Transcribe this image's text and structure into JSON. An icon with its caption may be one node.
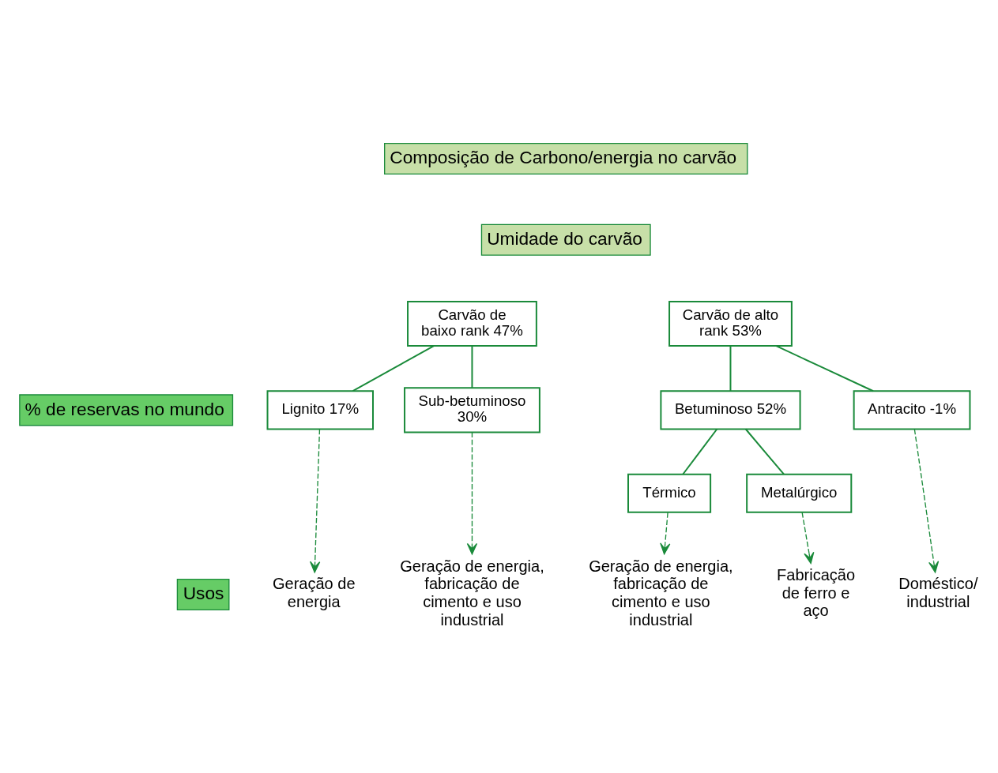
{
  "diagram": {
    "nodes": [
      {
        "text": [
          "Carvão de baixo rank 47%"
        ]
      },
      {
        "text": [
          "Carvão de alto rank 53%"
        ]
      },
      {
        "text": [
          "Lignito 17%"
        ]
      },
      {
        "text": [
          "Sub-betuminoso 30%"
        ]
      },
      {
        "text": [
          "Betuminoso 52%"
        ]
      },
      {
        "text": [
          "Antracito -1%"
        ]
      },
      {
        "text": [
          "Térmico"
        ]
      },
      {
        "text": [
          "Metalúrgico"
        ]
      },
      {
        "text": [
          "Geração de energia"
        ]
      },
      {
        "text": [
          "Geração de energia, fabricação de cimento e uso industrial"
        ]
      },
      {
        "text": [
          "Geração de energia, fabricação de cimento e uso industrial"
        ]
      },
      {
        "text": [
          "Fabricação de ferro e aço"
        ]
      },
      {
        "text": [
          "Doméstico/ industrial"
        ]
      }
    ],
    "edges": [
      {
        "from": 0,
        "to": 2,
        "arrow": "none"
      },
      {
        "from": 0,
        "to": 3,
        "arrow": "none"
      },
      {
        "from": 1,
        "to": 4,
        "arrow": "none"
      },
      {
        "from": 1,
        "to": 5,
        "arrow": "none"
      },
      {
        "from": 4,
        "to": 6,
        "arrow": "none"
      },
      {
        "from": 4,
        "to": 7,
        "arrow": "none"
      },
      {
        "from": 2,
        "to": 8,
        "arrow": "to",
        "style": "dashed"
      },
      {
        "from": 3,
        "to": 9,
        "arrow": "to",
        "style": "dashed"
      },
      {
        "from": 6,
        "to": 10,
        "arrow": "to",
        "style": "dashed"
      },
      {
        "from": 7,
        "to": 11,
        "arrow": "to",
        "style": "dashed"
      },
      {
        "from": 5,
        "to": 12,
        "arrow": "to",
        "style": "dashed"
      }
    ],
    "labels": [
      "Composição de Carbono/energia no carvão",
      "Umidade do carvão",
      "% de reservas no mundo",
      "Usos"
    ]
  }
}
